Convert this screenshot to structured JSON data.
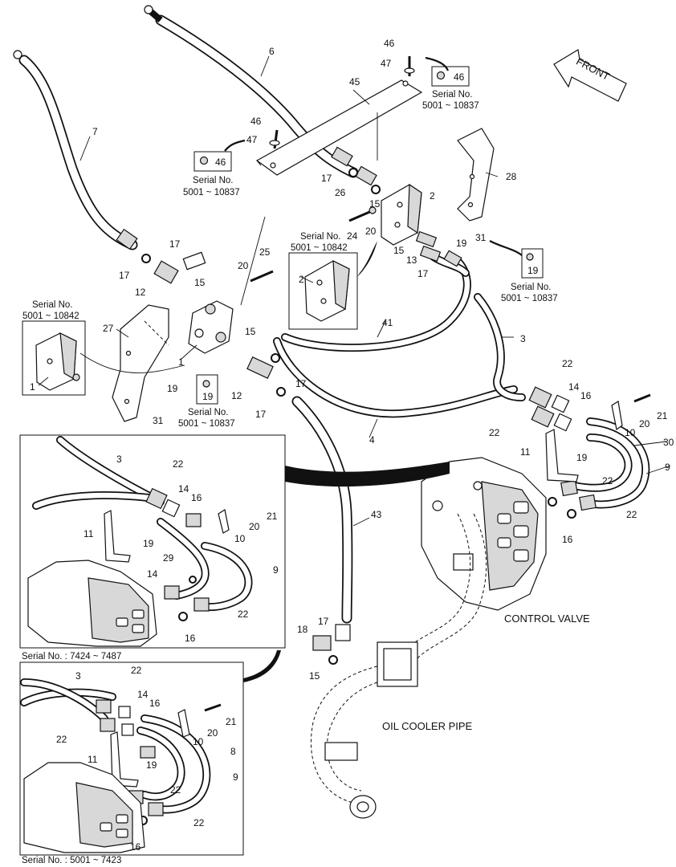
{
  "captions": {
    "front": "FRONT",
    "control_valve": "CONTROL VALVE",
    "oil_cooler_pipe": "OIL COOLER PIPE"
  },
  "serial_notes": {
    "sn_45_right": [
      "Serial No.",
      "5001 ~ 10837"
    ],
    "sn_46_left": [
      "Serial No.",
      "5001 ~ 10837"
    ],
    "sn_2_box": [
      "Serial No.",
      "5001 ~ 10842"
    ],
    "sn_1_box": [
      "Serial No.",
      "5001 ~ 10842"
    ],
    "sn_19_left": [
      "Serial No.",
      "5001 ~ 10837"
    ],
    "sn_19_right": [
      "Serial No.",
      "5001 ~ 10837"
    ],
    "inset_top": "Serial No. : 7424 ~ 7487",
    "inset_bottom": "Serial No. : 5001 ~ 7423"
  },
  "callouts": {
    "p1": "1",
    "p2": "2",
    "p3": "3",
    "p4": "4",
    "p6": "6",
    "p7": "7",
    "p8": "8",
    "p9": "9",
    "p10": "10",
    "p11": "11",
    "p12": "12",
    "p13": "13",
    "p14": "14",
    "p15": "15",
    "p16": "16",
    "p17": "17",
    "p18": "18",
    "p19": "19",
    "p20": "20",
    "p21": "21",
    "p22": "22",
    "p24": "24",
    "p25": "25",
    "p26": "26",
    "p27": "27",
    "p28": "28",
    "p29": "29",
    "p30": "30",
    "p31": "31",
    "p41": "41",
    "p43": "43",
    "p45": "45",
    "p46": "46",
    "p47": "47"
  }
}
